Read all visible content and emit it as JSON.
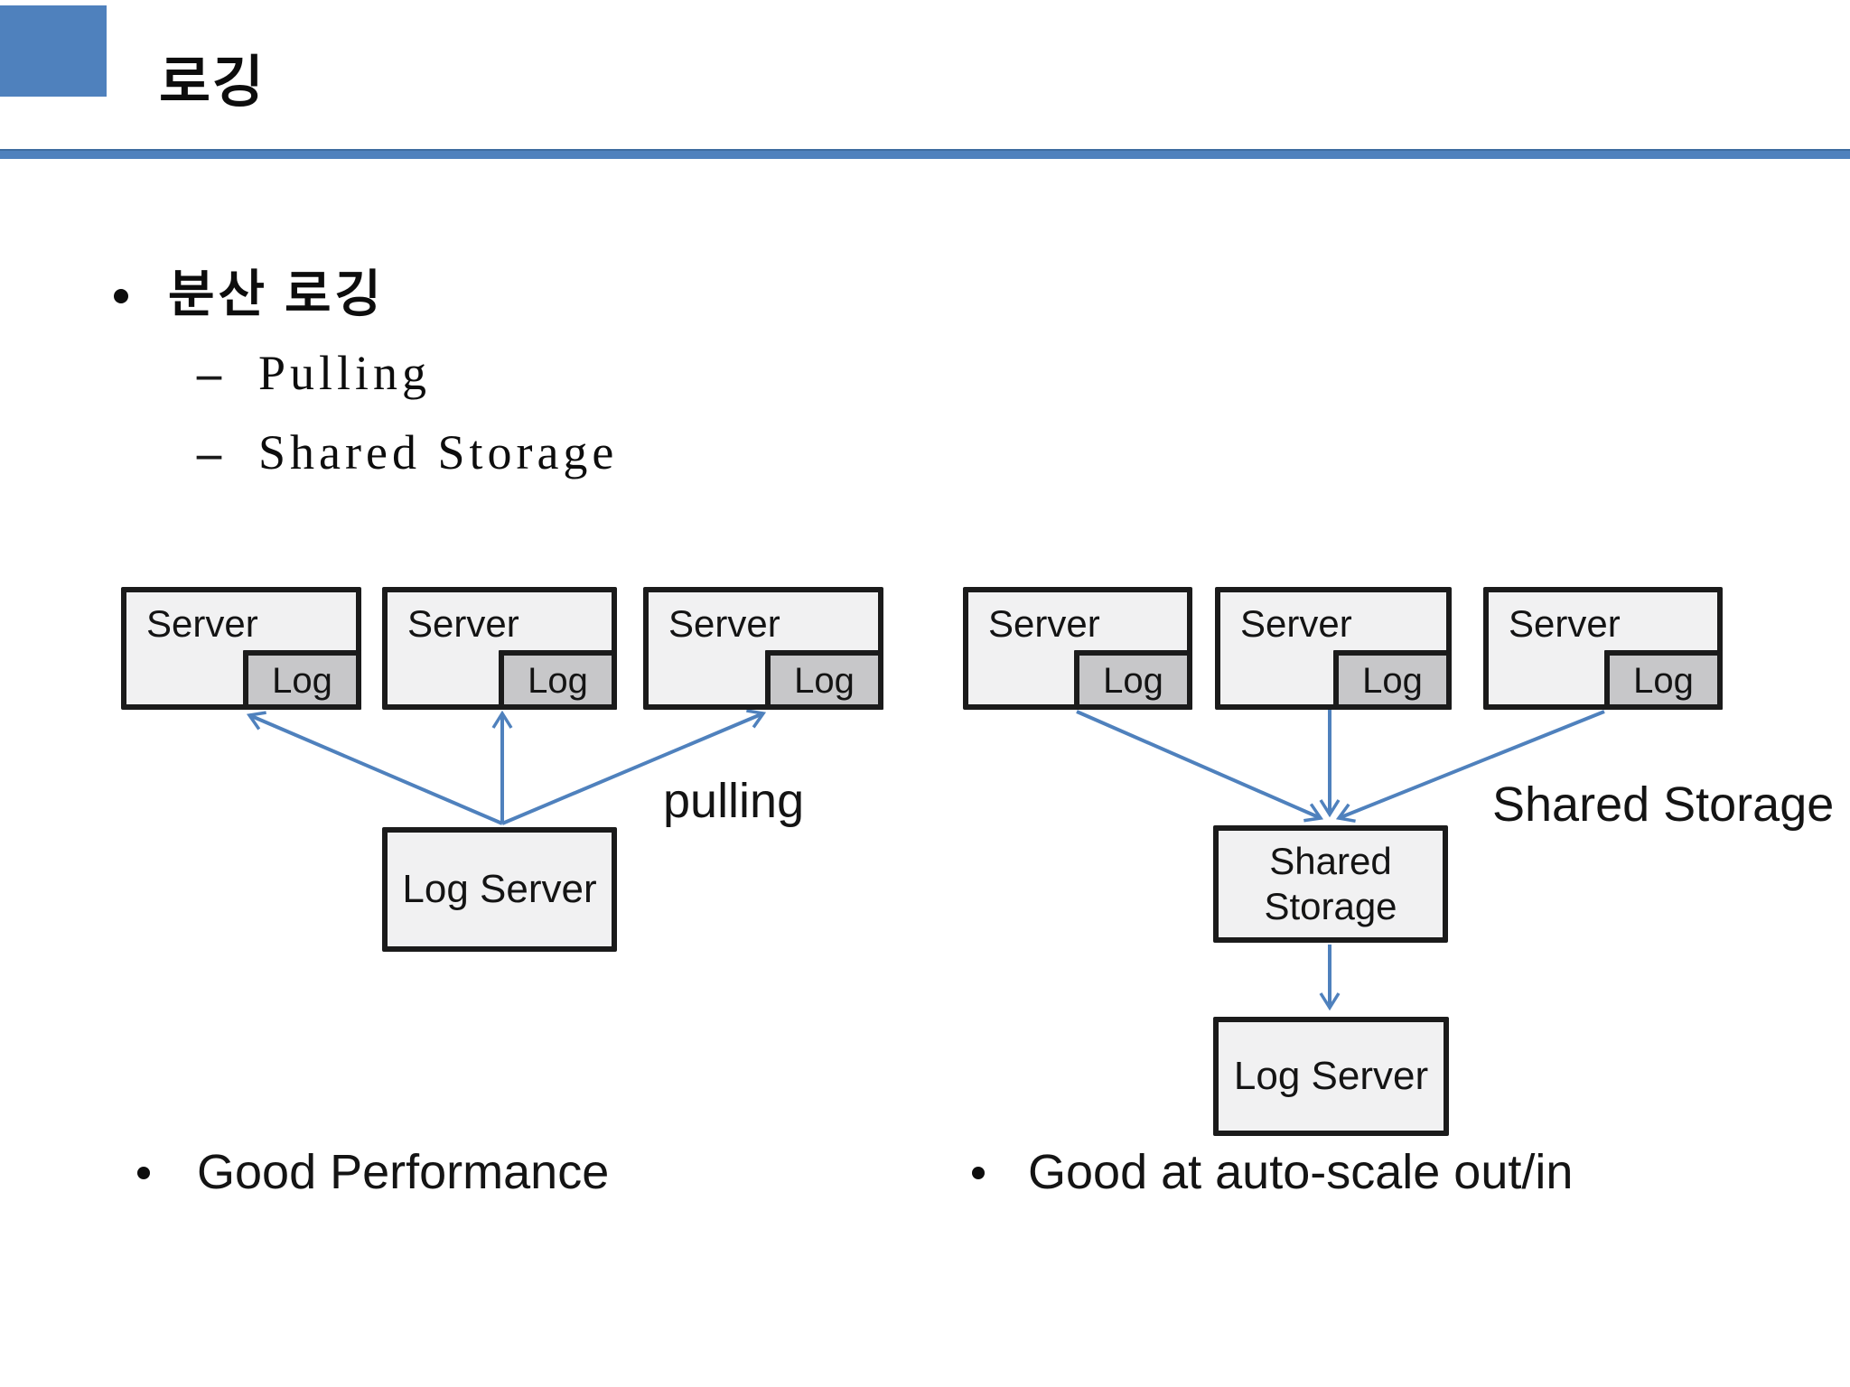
{
  "glyphs": {
    "bullet_dot": "•",
    "dash": "–"
  },
  "colors": {
    "accent_blue": "#4f81bd",
    "box_fill": "#f1f1f2",
    "log_fill": "#c7c7c9",
    "box_border": "#1b1b1b"
  },
  "header": {
    "title": "로깅"
  },
  "content": {
    "main_bullet": "분산 로깅",
    "sub_bullets": [
      "Pulling",
      "Shared Storage"
    ]
  },
  "diagram_left": {
    "caption": "pulling",
    "servers": [
      {
        "label": "Server",
        "log": "Log"
      },
      {
        "label": "Server",
        "log": "Log"
      },
      {
        "label": "Server",
        "log": "Log"
      }
    ],
    "log_server": "Log Server",
    "note": "Good Performance"
  },
  "diagram_right": {
    "caption": "Shared Storage",
    "servers": [
      {
        "label": "Server",
        "log": "Log"
      },
      {
        "label": "Server",
        "log": "Log"
      },
      {
        "label": "Server",
        "log": "Log"
      }
    ],
    "shared_storage": "Shared Storage",
    "log_server": "Log Server",
    "note": "Good at auto-scale out/in"
  }
}
